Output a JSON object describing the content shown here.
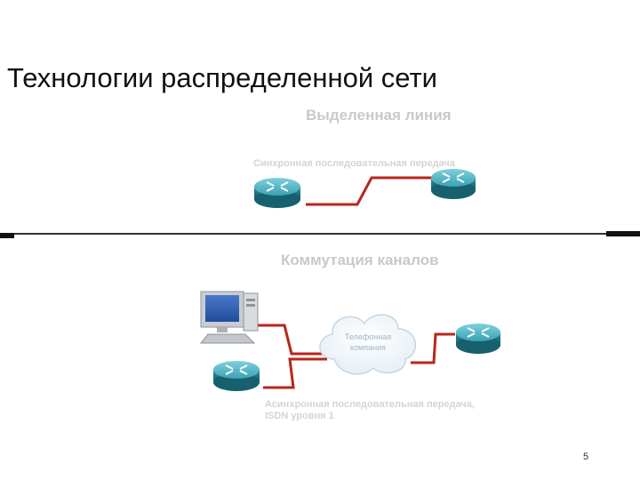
{
  "slide": {
    "title": "Технологии распределенной сети",
    "page_number": "5"
  },
  "leased_line": {
    "heading": "Выделенная линия",
    "caption": "Синхронная последовательная передача"
  },
  "circuit_switching": {
    "heading": "Коммутация каналов",
    "cloud_label_line1": "Телефонная",
    "cloud_label_line2": "компания",
    "caption_line1": "Асинхронная последовательная передача,",
    "caption_line2": "ISDN уровня 1"
  },
  "colors": {
    "link": "#b8261a",
    "router": "#2e8fa0",
    "divider": "#333333"
  },
  "icons": [
    "router-icon",
    "pc-icon",
    "cloud-icon"
  ]
}
